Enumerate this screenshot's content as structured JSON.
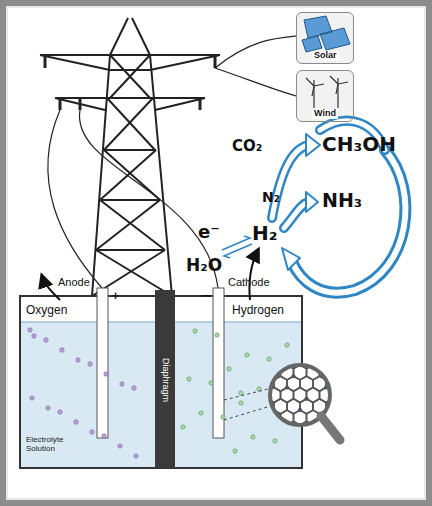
{
  "diagram": {
    "nodes": [
      {
        "text": [
          "Solar"
        ]
      },
      {
        "text": [
          "Wind"
        ]
      }
    ],
    "labels": [
      "CO₂",
      "CH₃OH",
      "N₂",
      "NH₃",
      "e⁻",
      "H₂",
      "H₂O",
      "Oxygen",
      "Hydrogen",
      "Anode",
      "Cathode",
      "+",
      "−",
      "Diaphragm",
      "Electrolyte Solution"
    ]
  }
}
